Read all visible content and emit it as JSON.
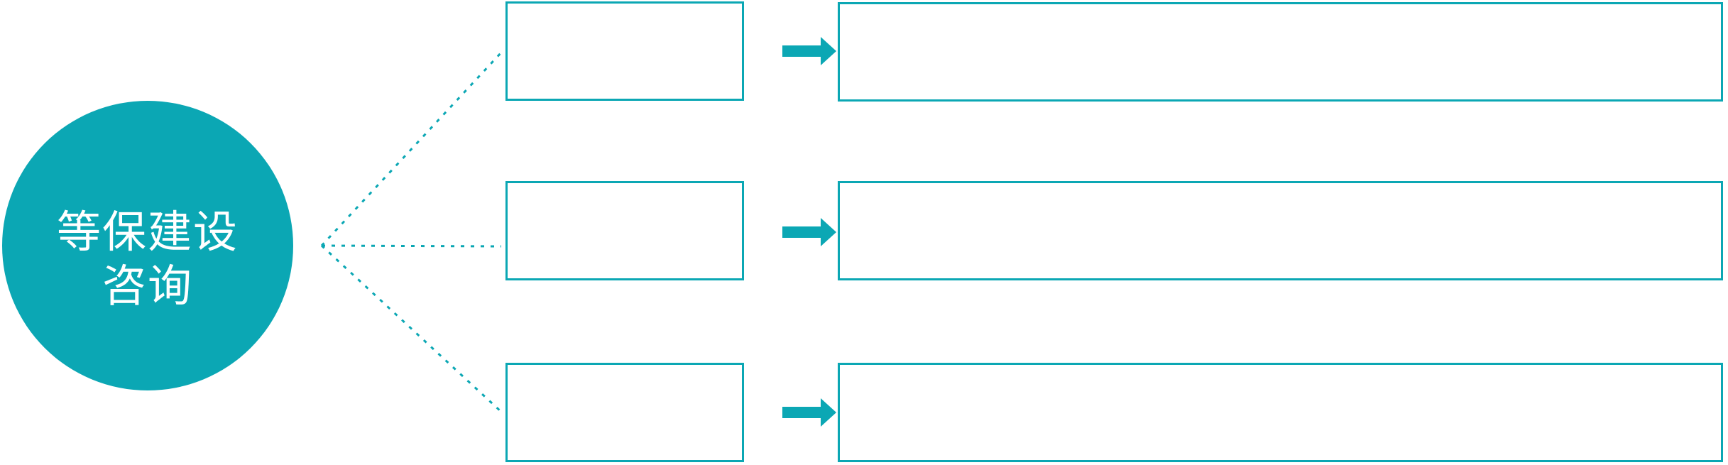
{
  "diagram": {
    "accent_color": "#0BA7B4",
    "background_color": "#FFFFFF",
    "circle": {
      "label_line1": "等保建设",
      "label_line2": "咨询",
      "text_color": "#FFFFFF"
    },
    "rows": [
      {
        "id": "row-1",
        "small_box_text": "",
        "large_box_text": ""
      },
      {
        "id": "row-2",
        "small_box_text": "",
        "large_box_text": ""
      },
      {
        "id": "row-3",
        "small_box_text": "",
        "large_box_text": ""
      }
    ],
    "icons": {
      "flow_arrow": "right-arrow-icon",
      "connector": "dotted-fan-connector"
    }
  }
}
